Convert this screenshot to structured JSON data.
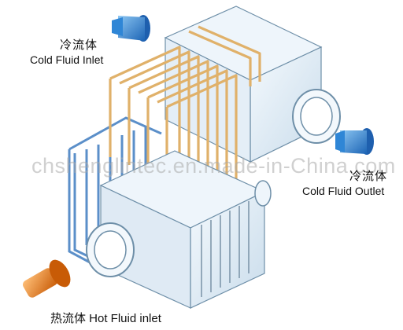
{
  "labels": {
    "cold_inlet_cn": "冷流体",
    "cold_inlet_en": "Cold Fluid Inlet",
    "cold_outlet_cn": "冷流体",
    "cold_outlet_en": "Cold Fluid Outlet",
    "hot_inlet": "热流体 Hot Fluid inlet"
  },
  "watermark": "chshenglintec.en.made-in-China.com",
  "colors": {
    "cold_arrow": "#2f86d6",
    "hot_arrow": "#e07a1a",
    "hot_pipes": "#e0b16a",
    "cold_pipes": "#5b8fc9",
    "casing": "#dceaf5",
    "casing_edge": "#6e8fa8"
  },
  "icons": [
    "cold-inlet-arrow-icon",
    "cold-outlet-arrow-icon",
    "hot-inlet-arrow-icon"
  ]
}
